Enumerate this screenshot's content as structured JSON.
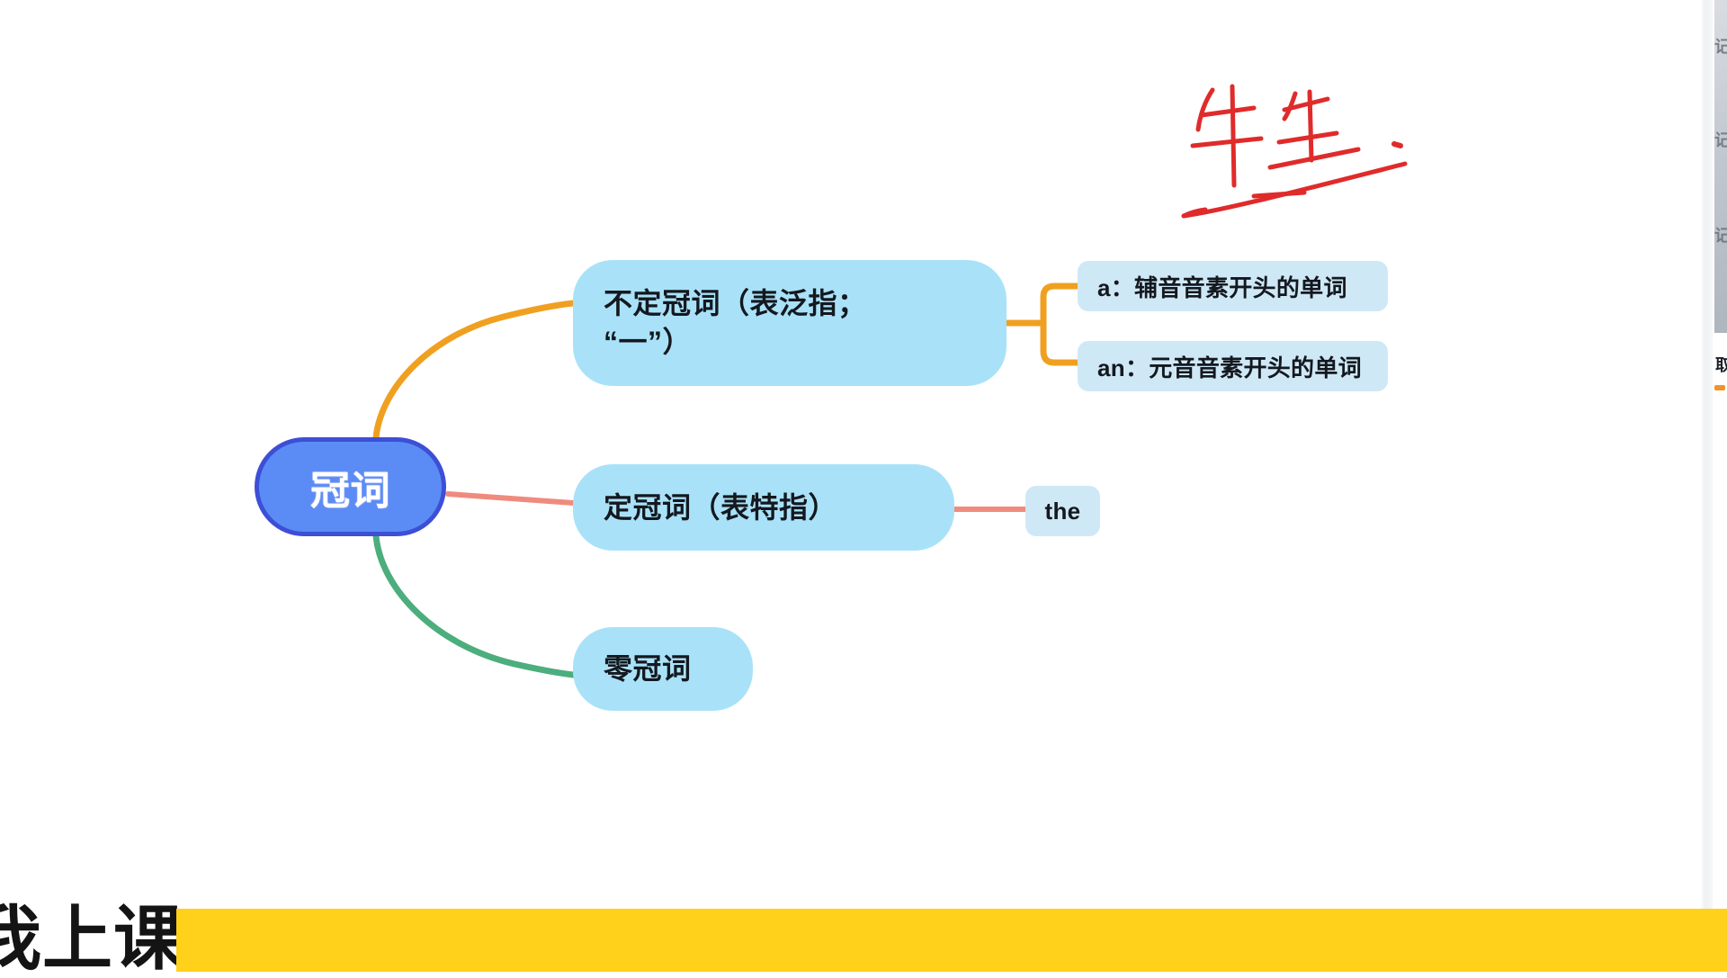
{
  "board": {
    "background_hex": "#ffffff",
    "title": "冠词"
  },
  "mindmap": {
    "root": {
      "label": "冠词",
      "fill_hex": "#5b8cf5",
      "border_hex": "#3d4fd6",
      "text_hex": "#ffffff"
    },
    "branches": [
      {
        "id": "indefinite-article",
        "label": "不定冠词（表泛指；\n“一”）",
        "connector_hex": "#f0a020",
        "fill_hex": "#a9e2f8",
        "children": [
          {
            "id": "article-a",
            "label": "a：辅音音素开头的单词",
            "fill_hex": "#cfe8f6"
          },
          {
            "id": "article-an",
            "label": "an：元音音素开头的单词",
            "fill_hex": "#cfe8f6"
          }
        ]
      },
      {
        "id": "definite-article",
        "label": "定冠词（表特指）",
        "connector_hex": "#ef8b7e",
        "fill_hex": "#a9e2f8",
        "children": [
          {
            "id": "article-the",
            "label": "the",
            "fill_hex": "#cfe8f6"
          }
        ]
      },
      {
        "id": "zero-article",
        "label": "零冠词",
        "connector_hex": "#4cae7d",
        "fill_hex": "#a9e2f8",
        "children": []
      }
    ]
  },
  "annotation": {
    "ink_hex": "#e02b2b",
    "handwriting_text": "牛生",
    "description": "red-handwritten-characters-with-underline"
  },
  "right_panel": {
    "glyph_1": "记",
    "glyph_2": "记",
    "glyph_3": "记",
    "title_fragment": "取",
    "accent_hex": "#f0942a"
  },
  "bottom_overlay": {
    "brand_text": "我上课",
    "bar_color_hex": "#ffd11a"
  }
}
